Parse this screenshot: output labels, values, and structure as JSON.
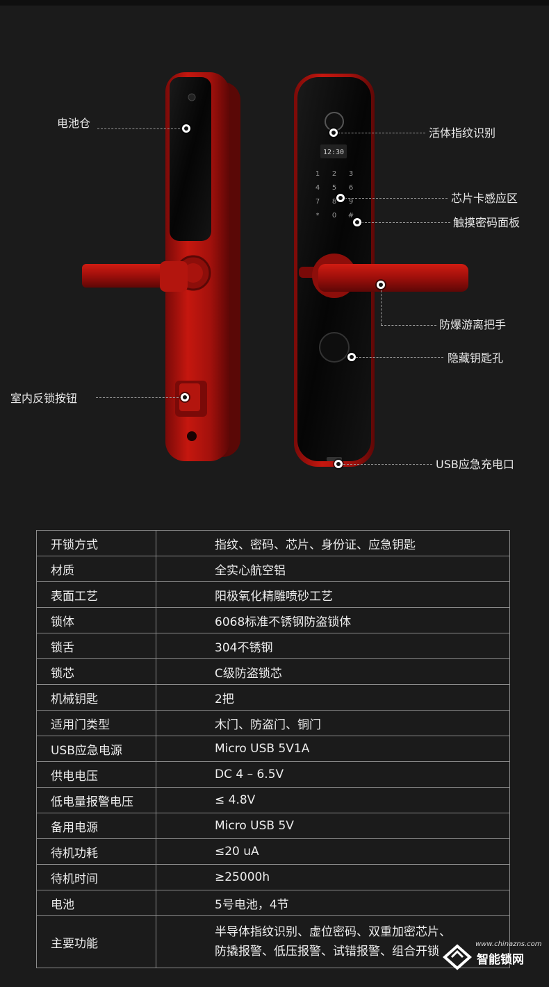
{
  "callouts": {
    "battery": "电池仓",
    "fingerprint": "活体指纹识别",
    "card": "芯片卡感应区",
    "touchpad": "触摸密码面板",
    "handle": "防爆游离把手",
    "keyhole": "隐藏钥匙孔",
    "indoor_lock": "室内反锁按钮",
    "usb": "USB应急充电口"
  },
  "screen_time": "12:30",
  "keypad": [
    "1",
    "2",
    "3",
    "4",
    "5",
    "6",
    "7",
    "8",
    "9",
    "*",
    "0",
    "#"
  ],
  "colors": {
    "lock_red": "#b3120f",
    "background": "#1b1b1b",
    "line": "#8c8c8c"
  },
  "specs": [
    {
      "label": "开锁方式",
      "value": "指纹、密码、芯片、身份证、应急钥匙"
    },
    {
      "label": "材质",
      "value": "全实心航空铝"
    },
    {
      "label": "表面工艺",
      "value": "阳极氧化精雕喷砂工艺"
    },
    {
      "label": "锁体",
      "value": "6068标准不锈钢防盗锁体"
    },
    {
      "label": "锁舌",
      "value": "304不锈钢"
    },
    {
      "label": "锁芯",
      "value": "C级防盗锁芯"
    },
    {
      "label": "机械钥匙",
      "value": "2把"
    },
    {
      "label": "适用门类型",
      "value": "木门、防盗门、铜门"
    },
    {
      "label": "USB应急电源",
      "value": "Micro USB 5V1A"
    },
    {
      "label": "供电电压",
      "value": "DC 4 – 6.5V"
    },
    {
      "label": "低电量报警电压",
      "value": "≤ 4.8V"
    },
    {
      "label": "备用电源",
      "value": "Micro USB 5V"
    },
    {
      "label": "待机功耗",
      "value": "≤20 uA"
    },
    {
      "label": "待机时间",
      "value": "≥25000h"
    },
    {
      "label": "电池",
      "value": "5号电池，4节"
    }
  ],
  "main_function": {
    "label": "主要功能",
    "line1": "半导体指纹识别、虚位密码、双重加密芯片、",
    "line2": "防撬报警、低压报警、试错报警、组合开锁"
  },
  "watermark": {
    "site": "www.chinazns.com",
    "name": "智能锁网"
  }
}
